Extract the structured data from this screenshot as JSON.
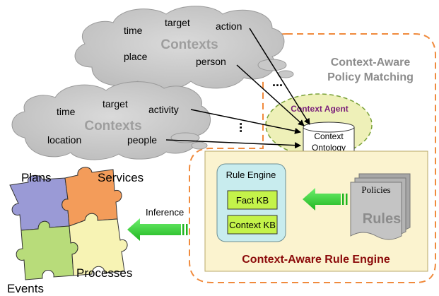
{
  "top_cloud": {
    "title": "Contexts",
    "words": {
      "time": "time",
      "target": "target",
      "action": "action",
      "place": "place",
      "person": "person"
    }
  },
  "bottom_cloud": {
    "title": "Contexts",
    "words": {
      "time": "time",
      "target": "target",
      "activity": "activity",
      "location": "location",
      "people": "people"
    }
  },
  "ellipsis": "...",
  "policy_matching": {
    "line1": "Context-Aware",
    "line2": "Policy Matching"
  },
  "context_agent": {
    "label": "Context Agent"
  },
  "ontology": {
    "line1": "Context",
    "line2": "Ontology"
  },
  "rule_engine": {
    "title": "Rule Engine",
    "fact_kb": "Fact KB",
    "context_kb": "Context KB"
  },
  "documents": {
    "policies": "Policies",
    "rules": "Rules"
  },
  "car_engine": {
    "label": "Context-Aware Rule Engine"
  },
  "inference": {
    "label": "Inference"
  },
  "puzzle": {
    "plans": "Plans",
    "services": "Services",
    "processes": "Processes",
    "events": "Events"
  },
  "colors": {
    "orange_dash": "#f08a3c",
    "cloud_fill": "#c8c8c8",
    "agent_fill": "#eef0b8",
    "agent_border": "#7aa23a",
    "agent_text": "#7a1f7a",
    "rule_bg": "#fbf3cf",
    "rule_engine_bg": "#c8ecee",
    "kb_fill": "#c4f34a",
    "green_arrow": "#2ed12e",
    "car_text": "#8b0a0a",
    "gray_text": "#8c8c8c",
    "puzzle_purple": "#9a9ad6",
    "puzzle_orange": "#f39c5a",
    "puzzle_green": "#b8dc7a",
    "puzzle_yellow": "#f7f3b4"
  }
}
